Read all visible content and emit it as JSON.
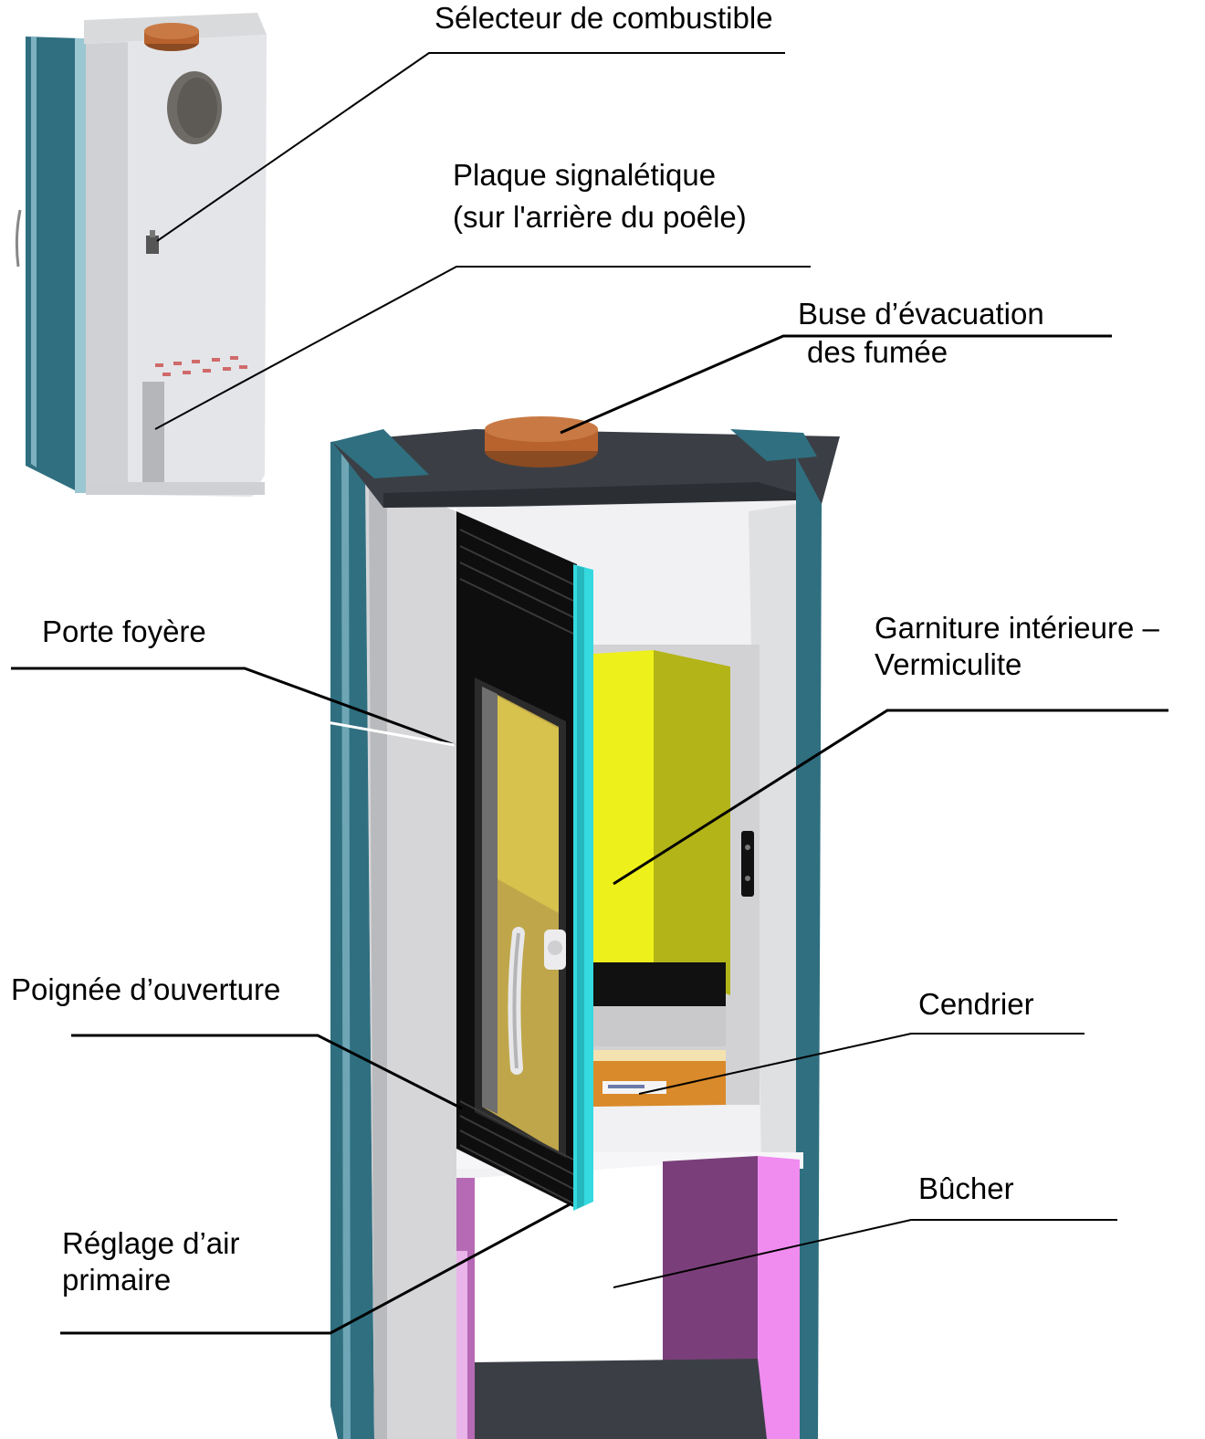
{
  "labels": {
    "fuel_selector": "Sélecteur de combustible",
    "nameplate_line1": "Plaque signalétique",
    "nameplate_line2": "(sur l'arrière du poêle)",
    "flue_outlet_line1": "Buse d’évacuation",
    "flue_outlet_line2": "des fumée",
    "firebox_door": "Porte foyère",
    "lining_line1": "Garniture intérieure –",
    "lining_line2": "Vermiculite",
    "opening_handle": "Poignée d’ouverture",
    "ash_pan": "Cendrier",
    "log_store": "Bûcher",
    "primary_air_line1": "Réglage d’air",
    "primary_air_line2": "primaire"
  },
  "colors": {
    "side_panel": "#2f6f80",
    "body_grey": "#d6d6d9",
    "top_dark": "#3b3f45",
    "flue_pipe": "#b8622e",
    "door_edge": "#35d9e0",
    "door_inner": "#111111",
    "vermiculite": "#eef01c",
    "vermiculite_shade": "#b3b418",
    "ash_pan": "#d98a2a",
    "log_store": "#7a3f7a",
    "log_store_light": "#f08cf0"
  }
}
